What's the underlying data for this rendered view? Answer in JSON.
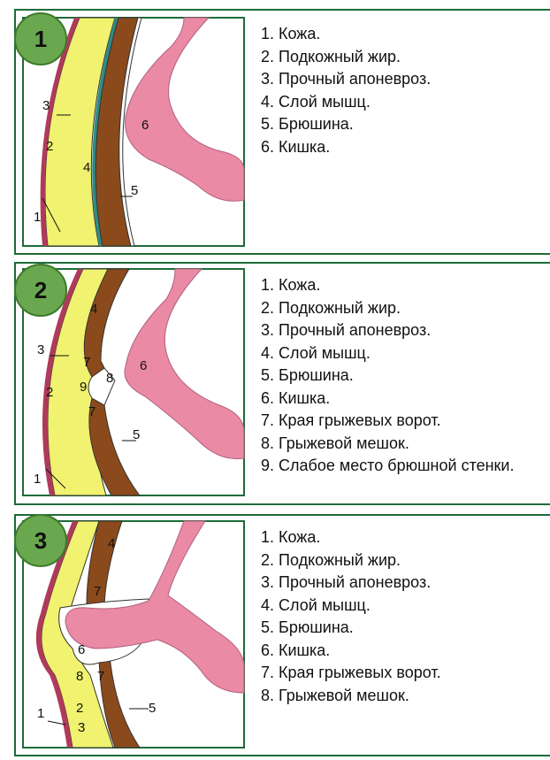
{
  "panels": [
    {
      "number": "1",
      "legend": [
        "1. Кожа.",
        "2. Подкожный жир.",
        "3. Прочный апоневроз.",
        "4. Слой мышц.",
        "5. Брюшина.",
        "6. Кишка."
      ],
      "labels": [
        "1",
        "2",
        "3",
        "4",
        "5",
        "6"
      ]
    },
    {
      "number": "2",
      "legend": [
        "1. Кожа.",
        "2. Подкожный жир.",
        "3. Прочный апоневроз.",
        "4. Слой мышц.",
        "5. Брюшина.",
        "6. Кишка.",
        "7. Края грыжевых ворот.",
        "8. Грыжевой мешок.",
        "9. Слабое место брюшной стенки."
      ],
      "labels": [
        "1",
        "2",
        "3",
        "4",
        "5",
        "6",
        "7",
        "7",
        "8",
        "9"
      ]
    },
    {
      "number": "3",
      "legend": [
        "1. Кожа.",
        "2. Подкожный жир.",
        "3. Прочный апоневроз.",
        "4. Слой мышц.",
        "5. Брюшина.",
        "6. Кишка.",
        "7. Края грыжевых ворот.",
        "8. Грыжевой мешок."
      ],
      "labels": [
        "1",
        "2",
        "3",
        "4",
        "5",
        "6",
        "7",
        "7",
        "8"
      ]
    }
  ],
  "colors": {
    "frame": "#1f6b3a",
    "badge": "#6aa84f",
    "skin": "#b03a5a",
    "fat": "#eef26a",
    "aponeurosis": "#2e8b86",
    "muscle": "#8b4a1c",
    "intestine": "#ea8aa4"
  }
}
